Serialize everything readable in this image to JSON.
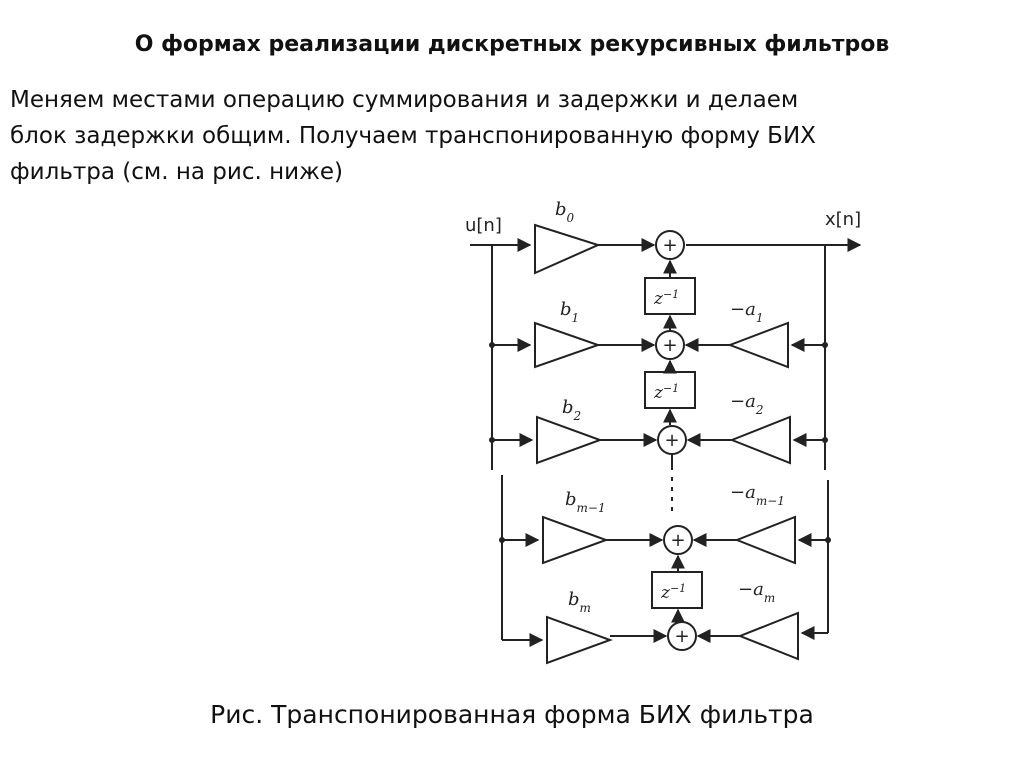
{
  "title": "О формах реализации дискретных рекурсивных фильтров",
  "body_lines": [
    "Меняем местами операцию суммирования и задержки и делаем",
    "блок задержки общим. Получаем транспонированную форму БИХ",
    "фильтра (см. на рис. ниже)"
  ],
  "diagram": {
    "input_label": "u[n]",
    "output_label": "x[n]",
    "sum_symbol": "+",
    "stages": [
      {
        "b": "b",
        "b_sub": "0",
        "a": "",
        "a_sub": "",
        "delay": "z",
        "delay_sup": "−1"
      },
      {
        "b": "b",
        "b_sub": "1",
        "a": "−a",
        "a_sub": "1",
        "delay": "z",
        "delay_sup": "−1"
      },
      {
        "b": "b",
        "b_sub": "2",
        "a": "−a",
        "a_sub": "2",
        "delay": "",
        "delay_sup": ""
      },
      {
        "b": "b",
        "b_sub": "m−1",
        "a": "−a",
        "a_sub": "m−1",
        "delay": "z",
        "delay_sup": "−1"
      },
      {
        "b": "b",
        "b_sub": "m",
        "a": "−a",
        "a_sub": "m",
        "delay": "",
        "delay_sup": ""
      }
    ]
  },
  "caption": "Рис. Транспонированная форма БИХ фильтра"
}
